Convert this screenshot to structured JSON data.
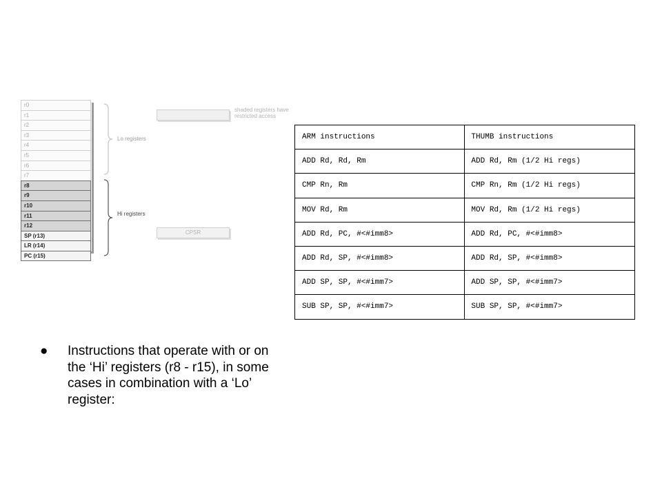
{
  "diagram": {
    "lo_registers": [
      "r0",
      "r1",
      "r2",
      "r3",
      "r4",
      "r5",
      "r6",
      "r7"
    ],
    "hi_registers": [
      "r8",
      "r9",
      "r10",
      "r11",
      "r12"
    ],
    "special_registers": [
      "SP (r13)",
      "LR (r14)",
      "PC (r15)"
    ],
    "lo_label": "Lo registers",
    "hi_label": "Hi registers",
    "shaded_note": "shaded registers have restricted access",
    "cpsr_label": "CPSR"
  },
  "table": {
    "headers": [
      "ARM instructions",
      "THUMB instructions"
    ],
    "rows": [
      [
        "ADD Rd, Rd, Rm",
        "ADD Rd, Rm (1/2 Hi regs)"
      ],
      [
        "CMP Rn, Rm",
        "CMP Rn, Rm (1/2 Hi regs)"
      ],
      [
        "MOV Rd, Rm",
        "MOV Rd, Rm (1/2 Hi regs)"
      ],
      [
        "ADD Rd, PC, #<#imm8>",
        "ADD Rd, PC, #<#imm8>"
      ],
      [
        "ADD Rd, SP, #<#imm8>",
        "ADD Rd, SP, #<#imm8>"
      ],
      [
        "ADD SP, SP, #<#imm7>",
        "ADD SP, SP, #<#imm7>"
      ],
      [
        "SUB SP, SP, #<#imm7>",
        "SUB SP, SP, #<#imm7>"
      ]
    ]
  },
  "bullet": {
    "marker": "●",
    "text": "Instructions that operate with or on the ‘Hi’ registers (r8 - r15), in some cases in combination with a ‘Lo’ register:"
  }
}
